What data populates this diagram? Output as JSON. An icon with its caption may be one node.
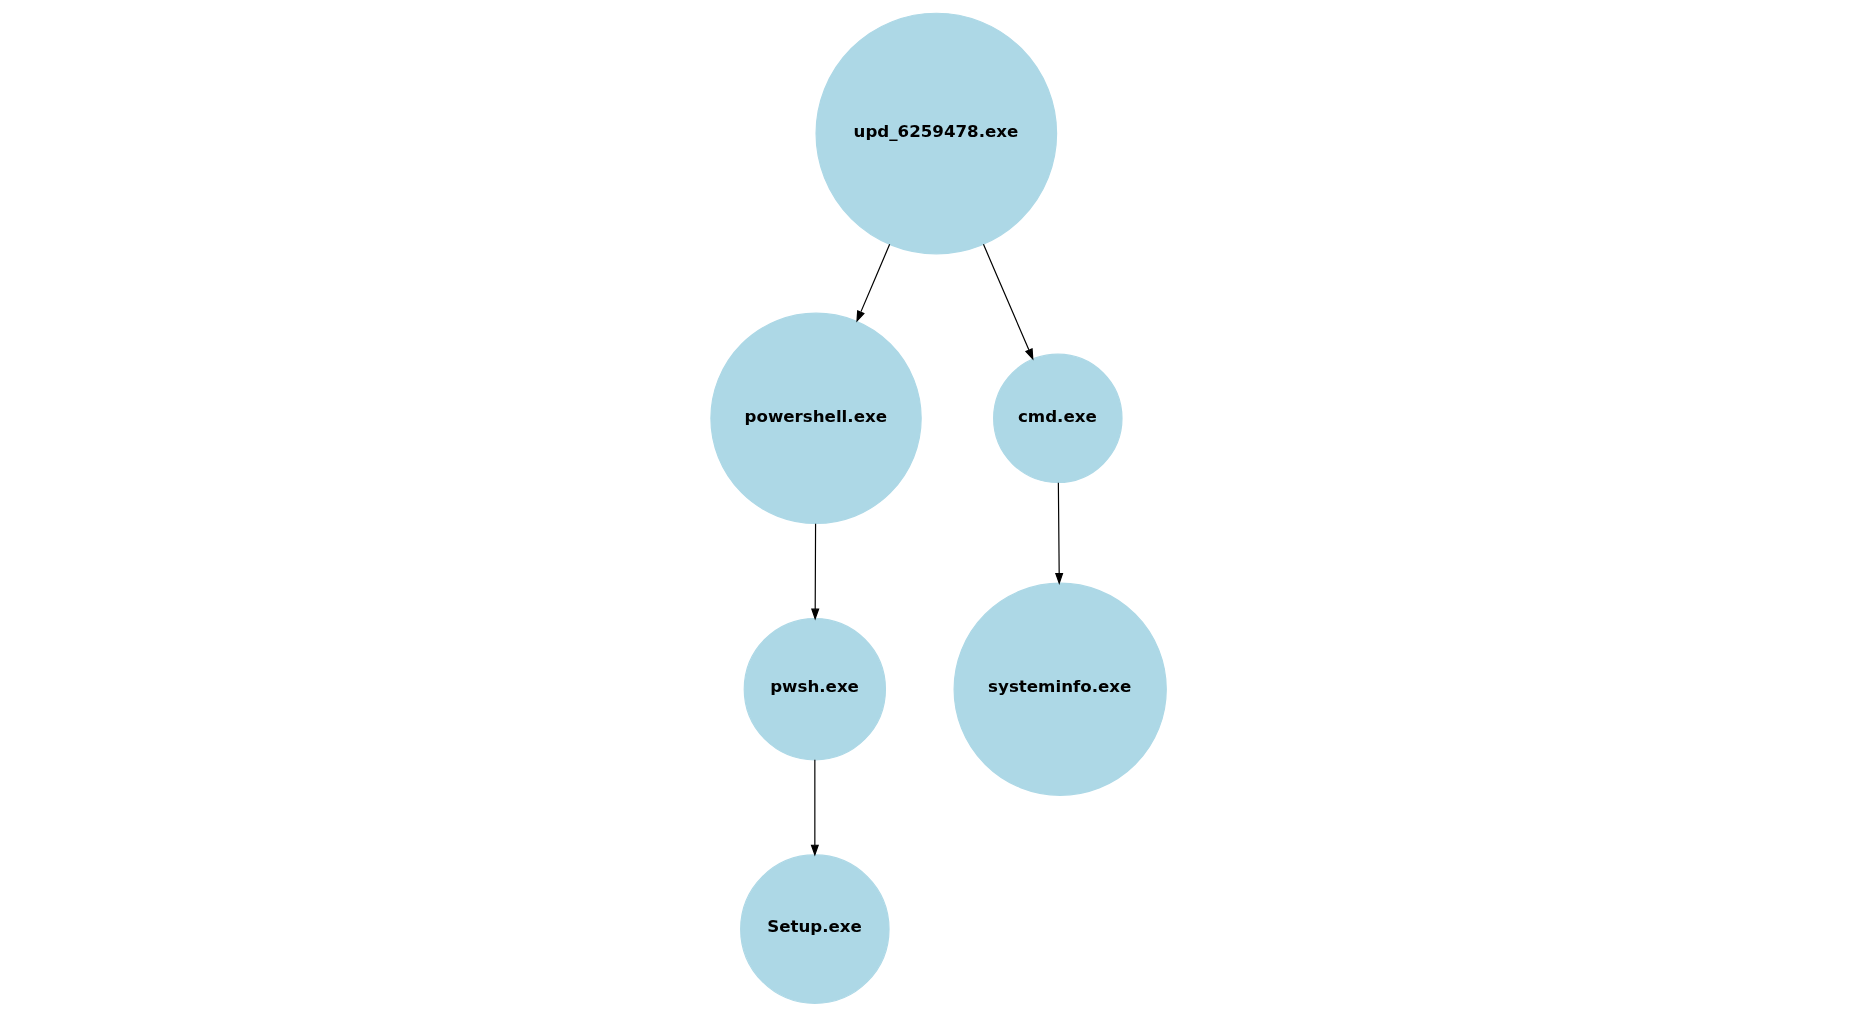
{
  "diagram": {
    "nodes": [
      {
        "text": [
          "powershell.exe"
        ]
      },
      {
        "text": [
          "pwsh.exe"
        ]
      },
      {
        "text": [
          "upd_6259478.exe"
        ]
      },
      {
        "text": [
          "Setup.exe"
        ]
      },
      {
        "text": [
          "cmd.exe"
        ]
      },
      {
        "text": [
          "systeminfo.exe"
        ]
      }
    ],
    "edges": [
      {
        "from": 0,
        "to": 1,
        "arrow": "to"
      },
      {
        "from": 1,
        "to": 3,
        "arrow": "to"
      },
      {
        "from": 2,
        "to": 0,
        "arrow": "to"
      },
      {
        "from": 2,
        "to": 4,
        "arrow": "to"
      },
      {
        "from": 4,
        "to": 5,
        "arrow": "to"
      }
    ]
  }
}
